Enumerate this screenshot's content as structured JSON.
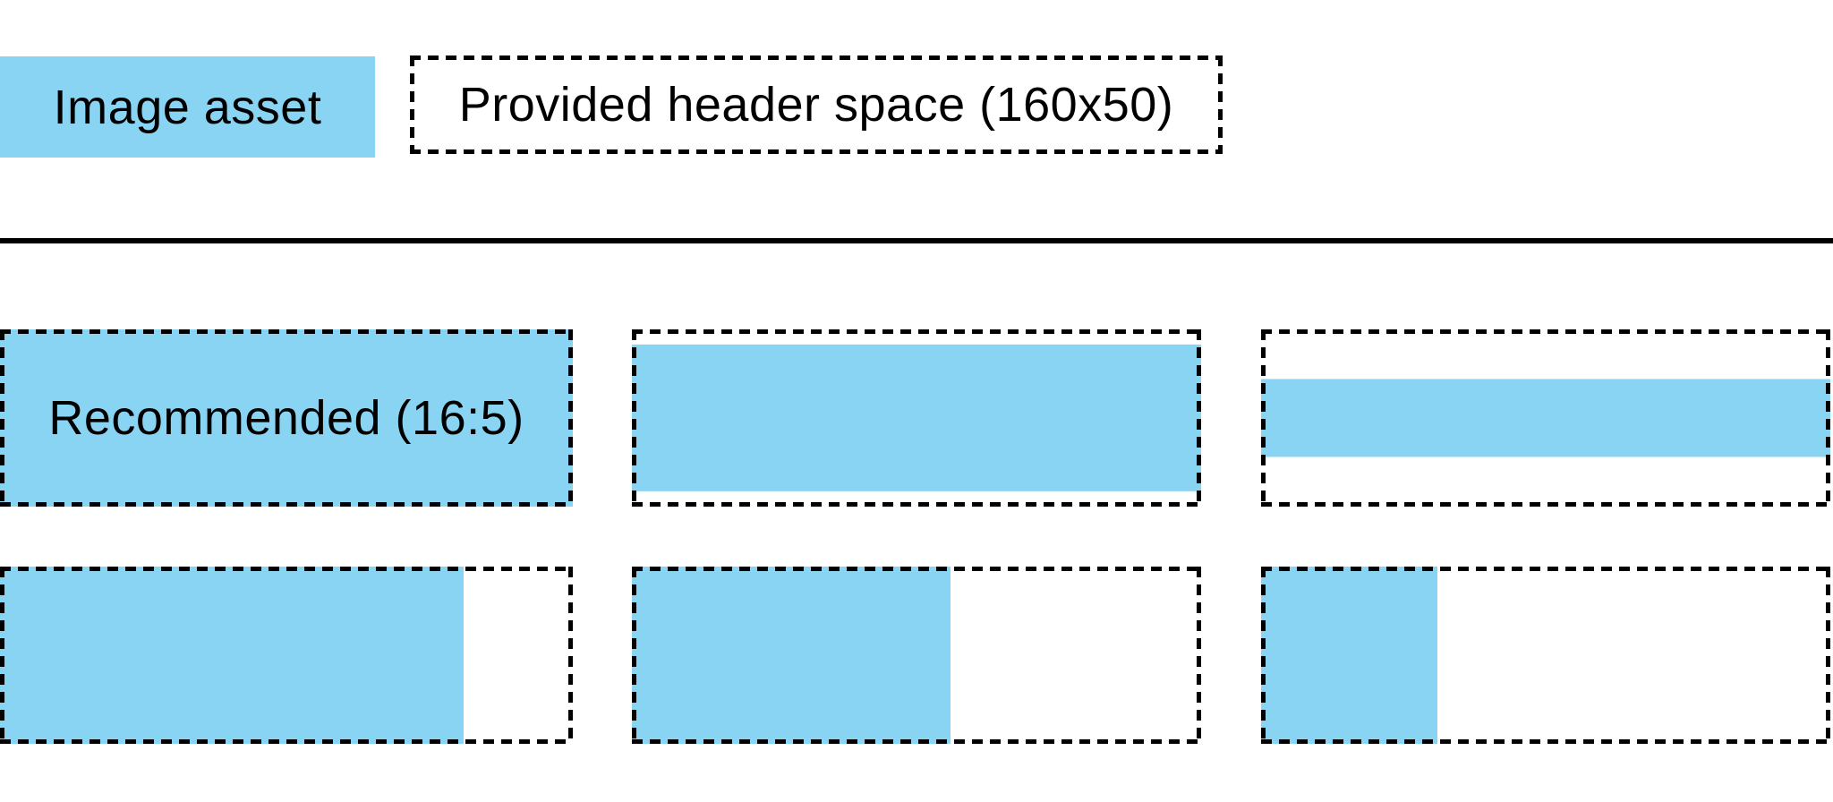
{
  "diagram": {
    "title_hint": "Image asset sizing within provided header space",
    "legend": {
      "image_asset": {
        "label": "Image asset"
      },
      "header_space": {
        "label": "Provided header space (160x50)"
      }
    },
    "examples": {
      "items": [
        {
          "id": "recommended-16-5",
          "row": 1,
          "col": 1,
          "fill": "full-box",
          "label": "Recommended (16:5)",
          "width_pct": 100,
          "height_pct": 100
        },
        {
          "id": "shorter-banner",
          "row": 1,
          "col": 2,
          "fill": "full-width-centered-band",
          "label": "",
          "width_pct": 100,
          "height_pct": 83
        },
        {
          "id": "thin-strip",
          "row": 1,
          "col": 3,
          "fill": "full-width-centered-band",
          "label": "",
          "width_pct": 100,
          "height_pct": 44
        },
        {
          "id": "wide-left-block",
          "row": 2,
          "col": 1,
          "fill": "full-height-left-block",
          "label": "",
          "width_pct": 81,
          "height_pct": 100
        },
        {
          "id": "medium-left-block",
          "row": 2,
          "col": 2,
          "fill": "full-height-left-block",
          "label": "",
          "width_pct": 56,
          "height_pct": 100
        },
        {
          "id": "narrow-left-block",
          "row": 2,
          "col": 3,
          "fill": "full-height-left-block",
          "label": "",
          "width_pct": 31,
          "height_pct": 100
        }
      ]
    },
    "colors": {
      "image_asset_blue": "#8AD4F3",
      "outline": "#000000",
      "text": "#000000"
    }
  }
}
